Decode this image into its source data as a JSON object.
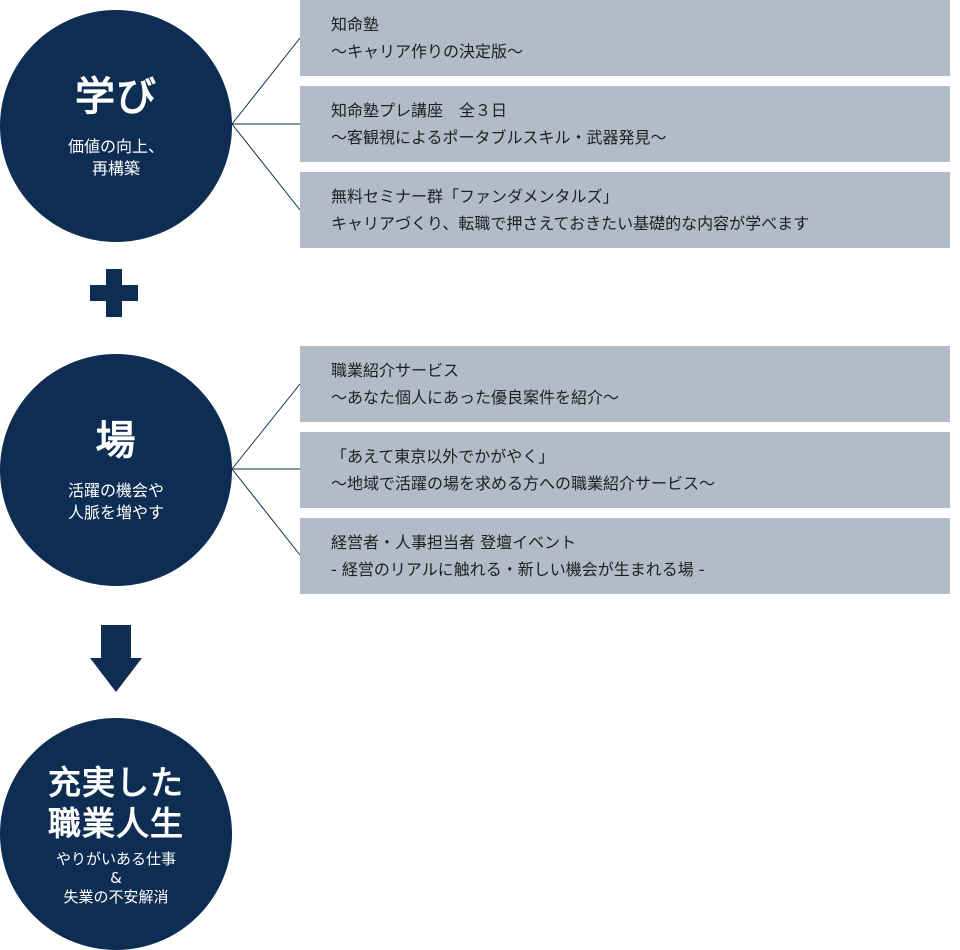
{
  "colors": {
    "navy": "#0e2d52",
    "box": "#b1bcc8",
    "line": "#0e2d52"
  },
  "learn": {
    "title": "学び",
    "subtitle": [
      "価値の向上、",
      "再構築"
    ],
    "items": [
      {
        "line1": "知命塾",
        "line2": "〜キャリア作りの決定版〜"
      },
      {
        "line1": "知命塾プレ講座　全３日",
        "line2": "〜客観視によるポータブルスキル・武器発見〜"
      },
      {
        "line1": "無料セミナー群「ファンダメンタルズ」",
        "line2": "キャリアづくり、転職で押さえておきたい基礎的な内容が学べます"
      }
    ]
  },
  "place": {
    "title": "場",
    "subtitle": [
      "活躍の機会や",
      "人脈を増やす"
    ],
    "items": [
      {
        "line1": "職業紹介サービス",
        "line2": "〜あなた個人にあった優良案件を紹介〜"
      },
      {
        "line1": "「あえて東京以外でかがやく」",
        "line2": "〜地域で活躍の場を求める方への職業紹介サービス〜"
      },
      {
        "line1": "経営者・人事担当者 登壇イベント",
        "line2": "- 経営のリアルに触れる・新しい機会が生まれる場 -"
      }
    ]
  },
  "result": {
    "title": [
      "充実した",
      "職業人生"
    ],
    "subtitle": [
      "やりがいある仕事",
      "&",
      "失業の不安解消"
    ]
  }
}
